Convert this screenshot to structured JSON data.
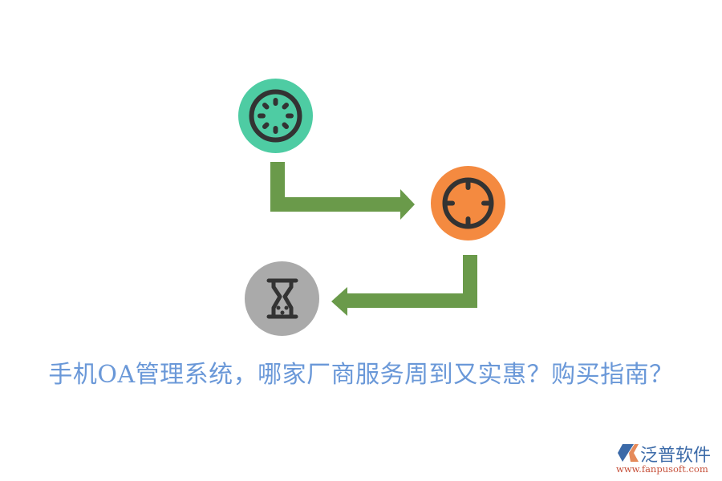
{
  "diagram": {
    "nodes": [
      {
        "id": "node-1",
        "icon": "loading-spinner-icon",
        "color": "#4ecca3"
      },
      {
        "id": "node-2",
        "icon": "crosshair-target-icon",
        "color": "#f48a40"
      },
      {
        "id": "node-3",
        "icon": "hourglass-icon",
        "color": "#aaaaaa"
      }
    ],
    "edges": [
      {
        "from": "node-1",
        "to": "node-2",
        "shape": "elbow-arrow-right",
        "color": "#6a9a4a"
      },
      {
        "from": "node-2",
        "to": "node-3",
        "shape": "elbow-arrow-left",
        "color": "#6a9a4a"
      }
    ],
    "icon_stroke_color": "#333333"
  },
  "title": {
    "text": "手机OA管理系统，哪家厂商服务周到又实惠？购买指南？",
    "color": "#6a98d8"
  },
  "logo": {
    "name": "泛普软件",
    "url": "www.fanpusoft.com",
    "name_color": "#3b6aa8",
    "url_color": "#c6503a"
  }
}
